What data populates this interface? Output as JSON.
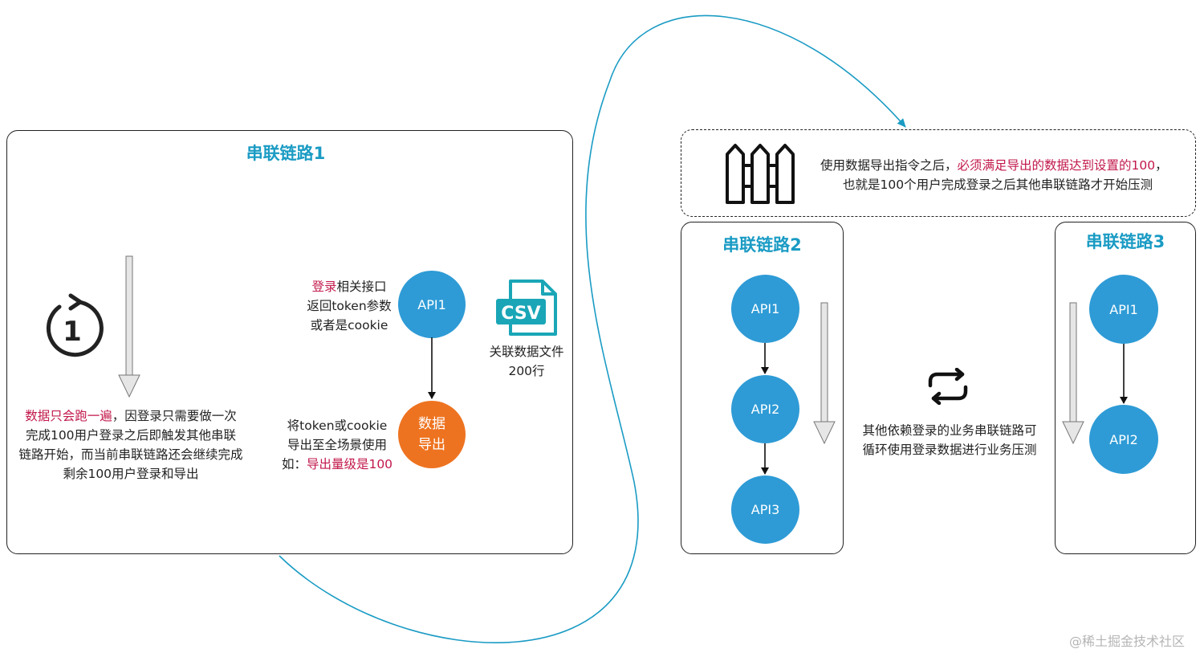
{
  "chain1": {
    "title": "串联链路1",
    "note_red": "数据只会跑一遍",
    "note_rest_1": "，因登录只需要做一次",
    "note_line2": "完成100用户登录之后即触发其他串联",
    "note_line3": "链路开始，而当前串联链路还会继续完成",
    "note_line4": "剩余100用户登录和导出",
    "api1_label": "API1",
    "login_red": "登录",
    "login_rest": "相关接口",
    "login_line2": "返回token参数",
    "login_line3": "或者是cookie",
    "export_line1": "数据",
    "export_line2": "导出",
    "export_desc_line1": "将token或cookie",
    "export_desc_line2": "导出至全场景使用",
    "export_desc_prefix": "如：",
    "export_desc_red": "导出量级是100",
    "csv_text": "CSV",
    "csv_desc_line1": "关联数据文件",
    "csv_desc_line2": "200行"
  },
  "barrier": {
    "line1_prefix": "使用数据导出指令之后，",
    "line1_red": "必须满足导出的数据达到设置的100",
    "line1_suffix": "，",
    "line2": "也就是100个用户完成登录之后其他串联链路才开始压测"
  },
  "chain2": {
    "title": "串联链路2",
    "nodes": [
      "API1",
      "API2",
      "API3"
    ]
  },
  "loop_note": {
    "line1": "其他依赖登录的业务串联链路可",
    "line2": "循环使用登录数据进行业务压测"
  },
  "chain3": {
    "title": "串联链路3",
    "nodes": [
      "API1",
      "API2"
    ]
  },
  "watermark": "@稀土掘金技术社区",
  "icons": [
    "replay-once-icon",
    "csv-file-icon",
    "fence-icon",
    "loop-icon",
    "down-arrow-icon"
  ],
  "colors": {
    "title": "#1a9bc4",
    "node": "#2e9bd6",
    "export": "#ee7320",
    "highlight": "#c2184b",
    "connector": "#1a9bc4"
  }
}
